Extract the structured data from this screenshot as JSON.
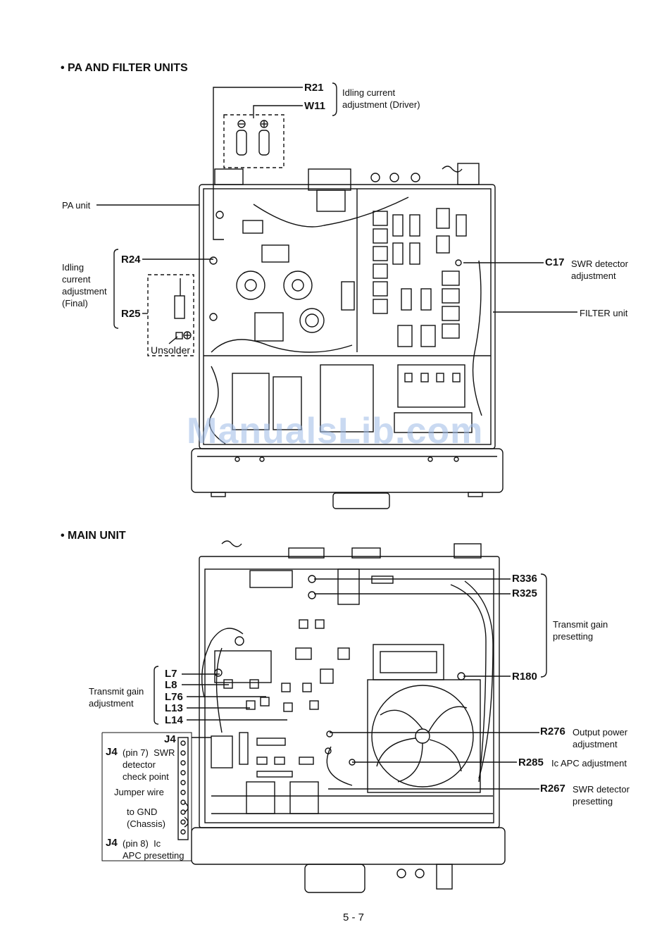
{
  "sections": {
    "pa_filter": "• PA AND FILTER UNITS",
    "main_unit": "• MAIN UNIT"
  },
  "pa": {
    "r21": "R21",
    "w11": "W11",
    "driver_idle": "Idling current\nadjustment (Driver)",
    "pa_unit": "PA unit",
    "r24": "R24",
    "r25": "R25",
    "final_idle": "Idling\ncurrent\nadjustment\n(Final)",
    "unsolder": "Unsolder",
    "c17": "C17",
    "c17_desc": "SWR detector\nadjustment",
    "filter_unit": "FILTER unit"
  },
  "main": {
    "r336": "R336",
    "r325": "R325",
    "r180": "R180",
    "tx_gain_preset": "Transmit gain\npresetting",
    "l7": "L7",
    "l8": "L8",
    "l76": "L76",
    "l13": "L13",
    "l14": "L14",
    "tx_gain_adj": "Transmit gain\nadjustment",
    "j4": "J4",
    "j4_pin7_ref": "J4",
    "j4_pin7": "(pin 7)  SWR\ndetector\ncheck point",
    "jumper": "Jumper wire",
    "to_gnd": "to GND\n(Chassis)",
    "j4_pin8_ref": "J4",
    "j4_pin8": "(pin 8)  Ic\nAPC presetting",
    "r276": "R276",
    "r276_desc": "Output power\nadjustment",
    "r285": "R285",
    "r285_desc": "Ic APC adjustment",
    "r267": "R267",
    "r267_desc": "SWR detector\npresetting"
  },
  "watermark": "ManualsLib.com",
  "page_number": "5 - 7"
}
